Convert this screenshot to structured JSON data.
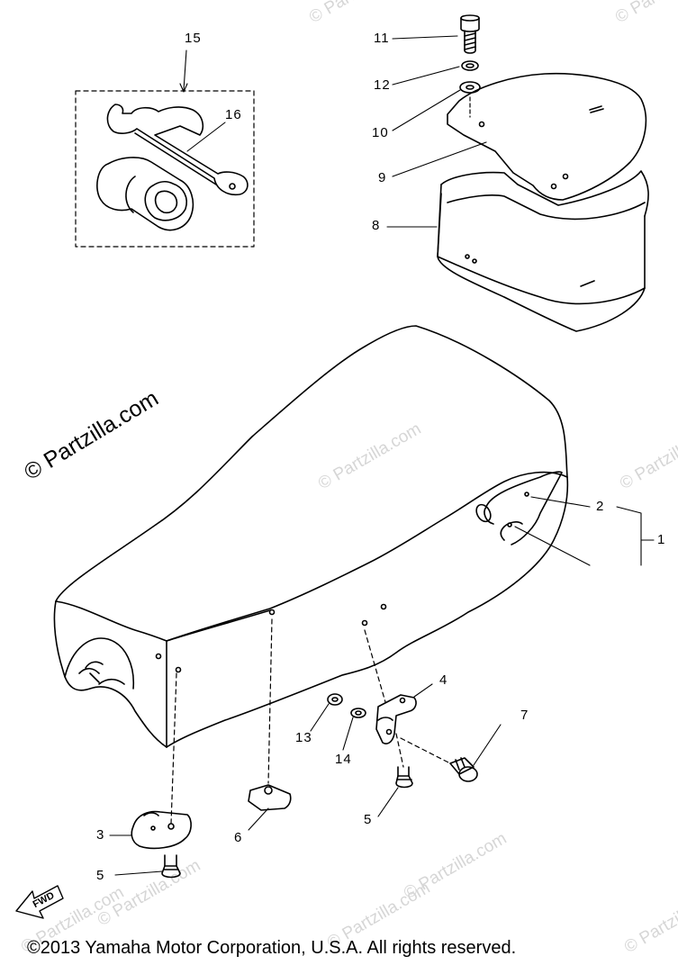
{
  "diagram": {
    "callouts": [
      {
        "id": "c1",
        "label": "1"
      },
      {
        "id": "c2",
        "label": "2"
      },
      {
        "id": "c3",
        "label": "3"
      },
      {
        "id": "c4",
        "label": "4"
      },
      {
        "id": "c5a",
        "label": "5"
      },
      {
        "id": "c5b",
        "label": "5"
      },
      {
        "id": "c6",
        "label": "6"
      },
      {
        "id": "c7",
        "label": "7"
      },
      {
        "id": "c8",
        "label": "8"
      },
      {
        "id": "c9",
        "label": "9"
      },
      {
        "id": "c10",
        "label": "10"
      },
      {
        "id": "c11",
        "label": "11"
      },
      {
        "id": "c12",
        "label": "12"
      },
      {
        "id": "c13",
        "label": "13"
      },
      {
        "id": "c14",
        "label": "14"
      },
      {
        "id": "c15",
        "label": "15"
      },
      {
        "id": "c16",
        "label": "16"
      }
    ],
    "fwd_label": "FWD",
    "watermark_main": "© Partzilla.com",
    "watermark_faint": "© Partzilla.com",
    "copyright": "©2013  Yamaha Motor Corporation, U.S.A. All rights reserved."
  }
}
